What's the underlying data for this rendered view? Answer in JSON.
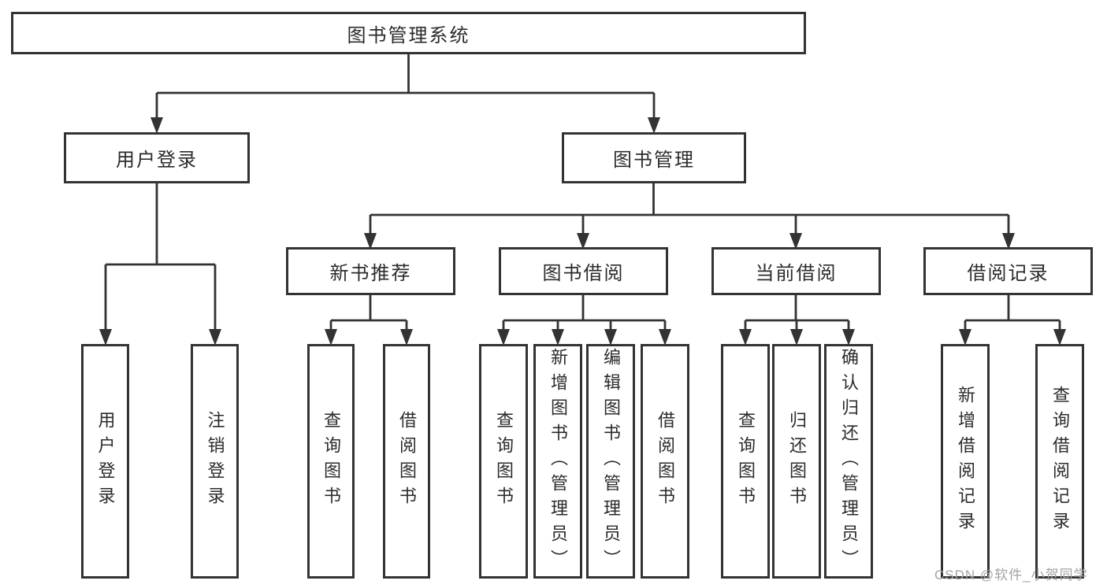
{
  "diagram": {
    "root": {
      "label": "图书管理系统"
    },
    "level2": [
      {
        "label": "用户登录"
      },
      {
        "label": "图书管理"
      }
    ],
    "level3": [
      {
        "label": "新书推荐"
      },
      {
        "label": "图书借阅"
      },
      {
        "label": "当前借阅"
      },
      {
        "label": "借阅记录"
      }
    ],
    "leaves": {
      "user_login": [
        "用户登录",
        "注销登录"
      ],
      "new_book": [
        "查询图书",
        "借阅图书"
      ],
      "borrow": [
        "查询图书",
        "新增图书（管理员）",
        "编辑图书（管理员）",
        "借阅图书"
      ],
      "current": [
        "查询图书",
        "归还图书",
        "确认归还（管理员）"
      ],
      "records": [
        "新增借阅记录",
        "查询借阅记录"
      ]
    }
  },
  "watermark": "CSDN @软件_小贺同学",
  "colors": {
    "line": "#333333",
    "text": "#2b2b2b",
    "background": "#ffffff",
    "watermark": "#a3a3a3"
  }
}
